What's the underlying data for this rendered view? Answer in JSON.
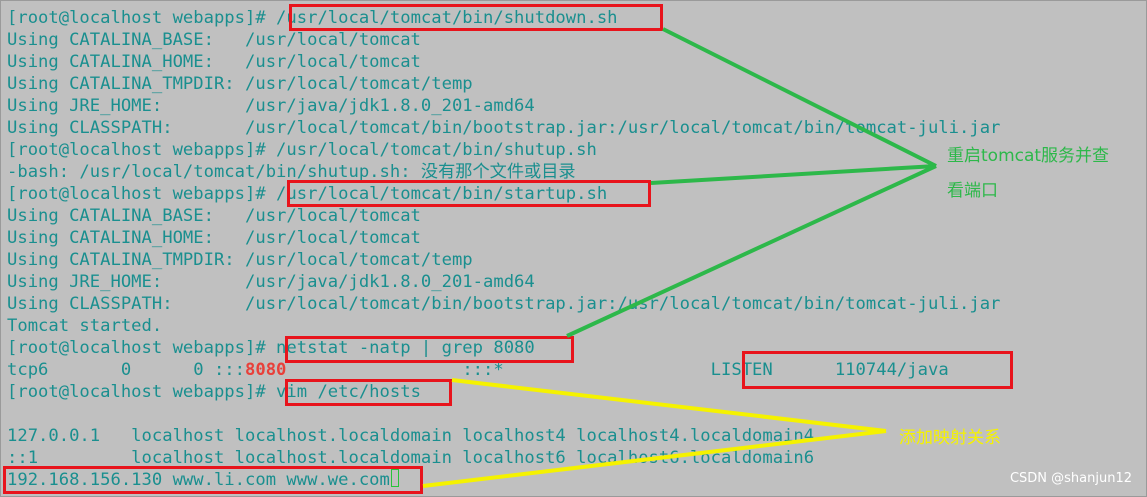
{
  "terminal": {
    "colors": {
      "background": "#c0c0c0",
      "text": "#1a8f8f",
      "port_highlight": "#e8403a",
      "box": "#e8141c",
      "arrow_green": "#2db84a",
      "arrow_yellow": "#f5f200"
    },
    "lines": [
      {
        "segments": [
          {
            "text": "[root@localhost webapps]# "
          },
          {
            "text": "/usr/local/tomcat/bin/shutdown.sh"
          }
        ]
      },
      {
        "segments": [
          {
            "text": "Using CATALINA_BASE:   /usr/local/tomcat"
          }
        ]
      },
      {
        "segments": [
          {
            "text": "Using CATALINA_HOME:   /usr/local/tomcat"
          }
        ]
      },
      {
        "segments": [
          {
            "text": "Using CATALINA_TMPDIR: /usr/local/tomcat/temp"
          }
        ]
      },
      {
        "segments": [
          {
            "text": "Using JRE_HOME:        /usr/java/jdk1.8.0_201-amd64"
          }
        ]
      },
      {
        "segments": [
          {
            "text": "Using CLASSPATH:       /usr/local/tomcat/bin/bootstrap.jar:/usr/local/tomcat/bin/tomcat-juli.jar"
          }
        ]
      },
      {
        "segments": [
          {
            "text": "[root@localhost webapps]# /usr/local/tomcat/bin/shutup.sh"
          }
        ]
      },
      {
        "segments": [
          {
            "text": "-bash: /usr/local/tomcat/bin/shutup.sh: 没有那个文件或目录"
          }
        ]
      },
      {
        "segments": [
          {
            "text": "[root@localhost webapps]# "
          },
          {
            "text": "/usr/local/tomcat/bin/startup.sh"
          }
        ]
      },
      {
        "segments": [
          {
            "text": "Using CATALINA_BASE:   /usr/local/tomcat"
          }
        ]
      },
      {
        "segments": [
          {
            "text": "Using CATALINA_HOME:   /usr/local/tomcat"
          }
        ]
      },
      {
        "segments": [
          {
            "text": "Using CATALINA_TMPDIR: /usr/local/tomcat/temp"
          }
        ]
      },
      {
        "segments": [
          {
            "text": "Using JRE_HOME:        /usr/java/jdk1.8.0_201-amd64"
          }
        ]
      },
      {
        "segments": [
          {
            "text": "Using CLASSPATH:       /usr/local/tomcat/bin/bootstrap.jar:/usr/local/tomcat/bin/tomcat-juli.jar"
          }
        ]
      },
      {
        "segments": [
          {
            "text": "Tomcat started."
          }
        ]
      },
      {
        "segments": [
          {
            "text": "[root@localhost webapps]#"
          },
          {
            "text": " netstat -natp | grep 8080"
          }
        ]
      },
      {
        "segments": [
          {
            "text": "tcp6       0      0 :::"
          },
          {
            "text": "8080",
            "highlight": true
          },
          {
            "text": "                 :::*                    LISTEN      110744/java"
          }
        ]
      },
      {
        "segments": [
          {
            "text": "[root@localhost webapps]#"
          },
          {
            "text": " vim /etc/hosts"
          }
        ]
      },
      {
        "segments": [
          {
            "text": ""
          }
        ]
      },
      {
        "segments": [
          {
            "text": "127.0.0.1   localhost localhost.localdomain localhost4 localhost4.localdomain4"
          }
        ]
      },
      {
        "segments": [
          {
            "text": "::1         localhost localhost.localdomain localhost6 localhost6.localdomain6"
          }
        ]
      },
      {
        "segments": [
          {
            "text": "192.168.156.130 www.li.com www.we.com"
          }
        ],
        "cursor": true
      }
    ]
  },
  "annotations": {
    "restart_note_line1": "重启tomcat服务并查",
    "restart_note_line2": "看端口",
    "mapping_note": "添加映射关系"
  },
  "watermark": "CSDN @shanjun12"
}
